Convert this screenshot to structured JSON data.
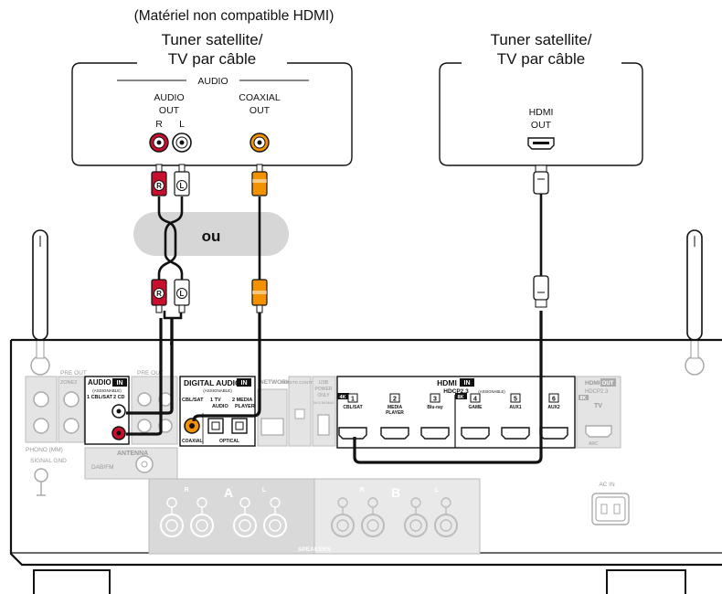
{
  "left_device": {
    "note": "(Matériel non compatible HDMI)",
    "title_line1": "Tuner satellite/",
    "title_line2": "TV par câble",
    "group_label": "AUDIO",
    "audio_out_line1": "AUDIO",
    "audio_out_line2": "OUT",
    "ch_r": "R",
    "ch_l": "L",
    "coax_line1": "COAXIAL",
    "coax_line2": "OUT"
  },
  "right_device": {
    "title_line1": "Tuner satellite/",
    "title_line2": "TV par câble",
    "hdmi_line1": "HDMI",
    "hdmi_line2": "OUT"
  },
  "middle": {
    "or_label": "ou"
  },
  "plug_labels": {
    "r": "R",
    "l": "L"
  },
  "receiver": {
    "audio_in": "AUDIO",
    "audio_in_badge": "IN",
    "audio_in_sub": "(ASSIGNABLE)",
    "audio_in_ch1": "1 CBL/SAT",
    "audio_in_ch2": "2 CD",
    "pre_out": "PRE OUT",
    "zone2": "ZONE2",
    "phono": "PHONO (MM)",
    "signal_gnd": "SIGNAL GND",
    "antenna": "ANTENNA",
    "dab_fm": "DAB/FM",
    "digital_audio": "DIGITAL AUDIO",
    "digital_badge": "IN",
    "digital_sub": "(ASSIGNABLE)",
    "dig_ch1": "CBL/SAT",
    "dig_ch2_line1": "1   TV",
    "dig_ch2_line2": "AUDIO",
    "dig_ch3_line1": "2  MEDIA",
    "dig_ch3_line2": "PLAYER",
    "coaxial": "COAXIAL",
    "optical": "OPTICAL",
    "network": "NETWORK",
    "remote": "REMOTE CONTROL",
    "usb_line1": "USB",
    "usb_line2": "POWER",
    "usb_line3": "ONLY",
    "usb_rating": "5V/1.5A MAX",
    "hdmi_in": "HDMI",
    "hdmi_in_badge": "IN",
    "hdcp": "HDCP2.3",
    "hdmi_assignable": "(ASSIGNABLE)",
    "badge_4k_left": "4K",
    "badge_8k_right": "8K",
    "hdmi_inputs": [
      {
        "num": "1",
        "name": "CBL/SAT"
      },
      {
        "num": "2",
        "name": "MEDIA PLAYER"
      },
      {
        "num": "3",
        "name": "Blu-ray"
      },
      {
        "num": "4",
        "name": "GAME"
      },
      {
        "num": "5",
        "name": "AUX1"
      },
      {
        "num": "6",
        "name": "AUX2"
      }
    ],
    "hdmi_out": "HDMI",
    "hdmi_out_badge": "OUT",
    "hdmi_out_hdcp": "HDCP2.3",
    "hdmi_out_badge_8k": "8K",
    "hdmi_out_tv": "TV",
    "hdmi_out_arc": "ARC",
    "ac_in": "AC IN",
    "speakers": "SPEAKERS",
    "speaker_a": "A",
    "speaker_b": "B",
    "spk_r": "R",
    "spk_l": "L"
  }
}
